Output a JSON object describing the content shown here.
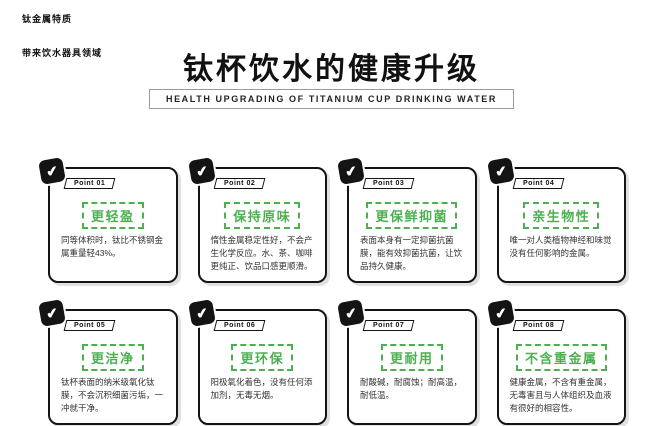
{
  "header": {
    "tagline1": "钛金属特质",
    "tagline2": "带来饮水器具领域",
    "title": "钛杯饮水的健康升级",
    "subtitle": "HEALTH UPGRADING OF TITANIUM CUP DRINKING WATER"
  },
  "colors": {
    "accent_green": "#4caf50",
    "ink": "#141414"
  },
  "icons": {
    "check": "✔"
  },
  "cards": [
    {
      "point": "Point 01",
      "title": "更轻盈",
      "desc": "同等体积时，钛比不锈钢金属重量轻43%。"
    },
    {
      "point": "Point 02",
      "title": "保持原味",
      "desc": "惰性金属稳定性好，不会产生化学反应。水、茶、咖啡更纯正、饮品口感更顺滑。"
    },
    {
      "point": "Point 03",
      "title": "更保鲜抑菌",
      "desc": "表面本身有一定抑菌抗菌膜，能有效抑菌抗菌，让饮品持久健康。"
    },
    {
      "point": "Point 04",
      "title": "亲生物性",
      "desc": "唯一对人类植物神经和味觉没有任何影响的金属。"
    },
    {
      "point": "Point 05",
      "title": "更洁净",
      "desc": "钛杯表面的纳米级氧化钛膜，不会沉积细菌污垢，一冲就干净。"
    },
    {
      "point": "Point 06",
      "title": "更环保",
      "desc": "阳极氧化着色，没有任何添加剂，无毒无烟。"
    },
    {
      "point": "Point 07",
      "title": "更耐用",
      "desc": "耐酸碱，耐腐蚀；耐高温，耐低温。"
    },
    {
      "point": "Point 08",
      "title": "不含重金属",
      "desc": "健康金属，不含有重金属，无毒害且与人体组织及血液有很好的相容性。"
    }
  ]
}
